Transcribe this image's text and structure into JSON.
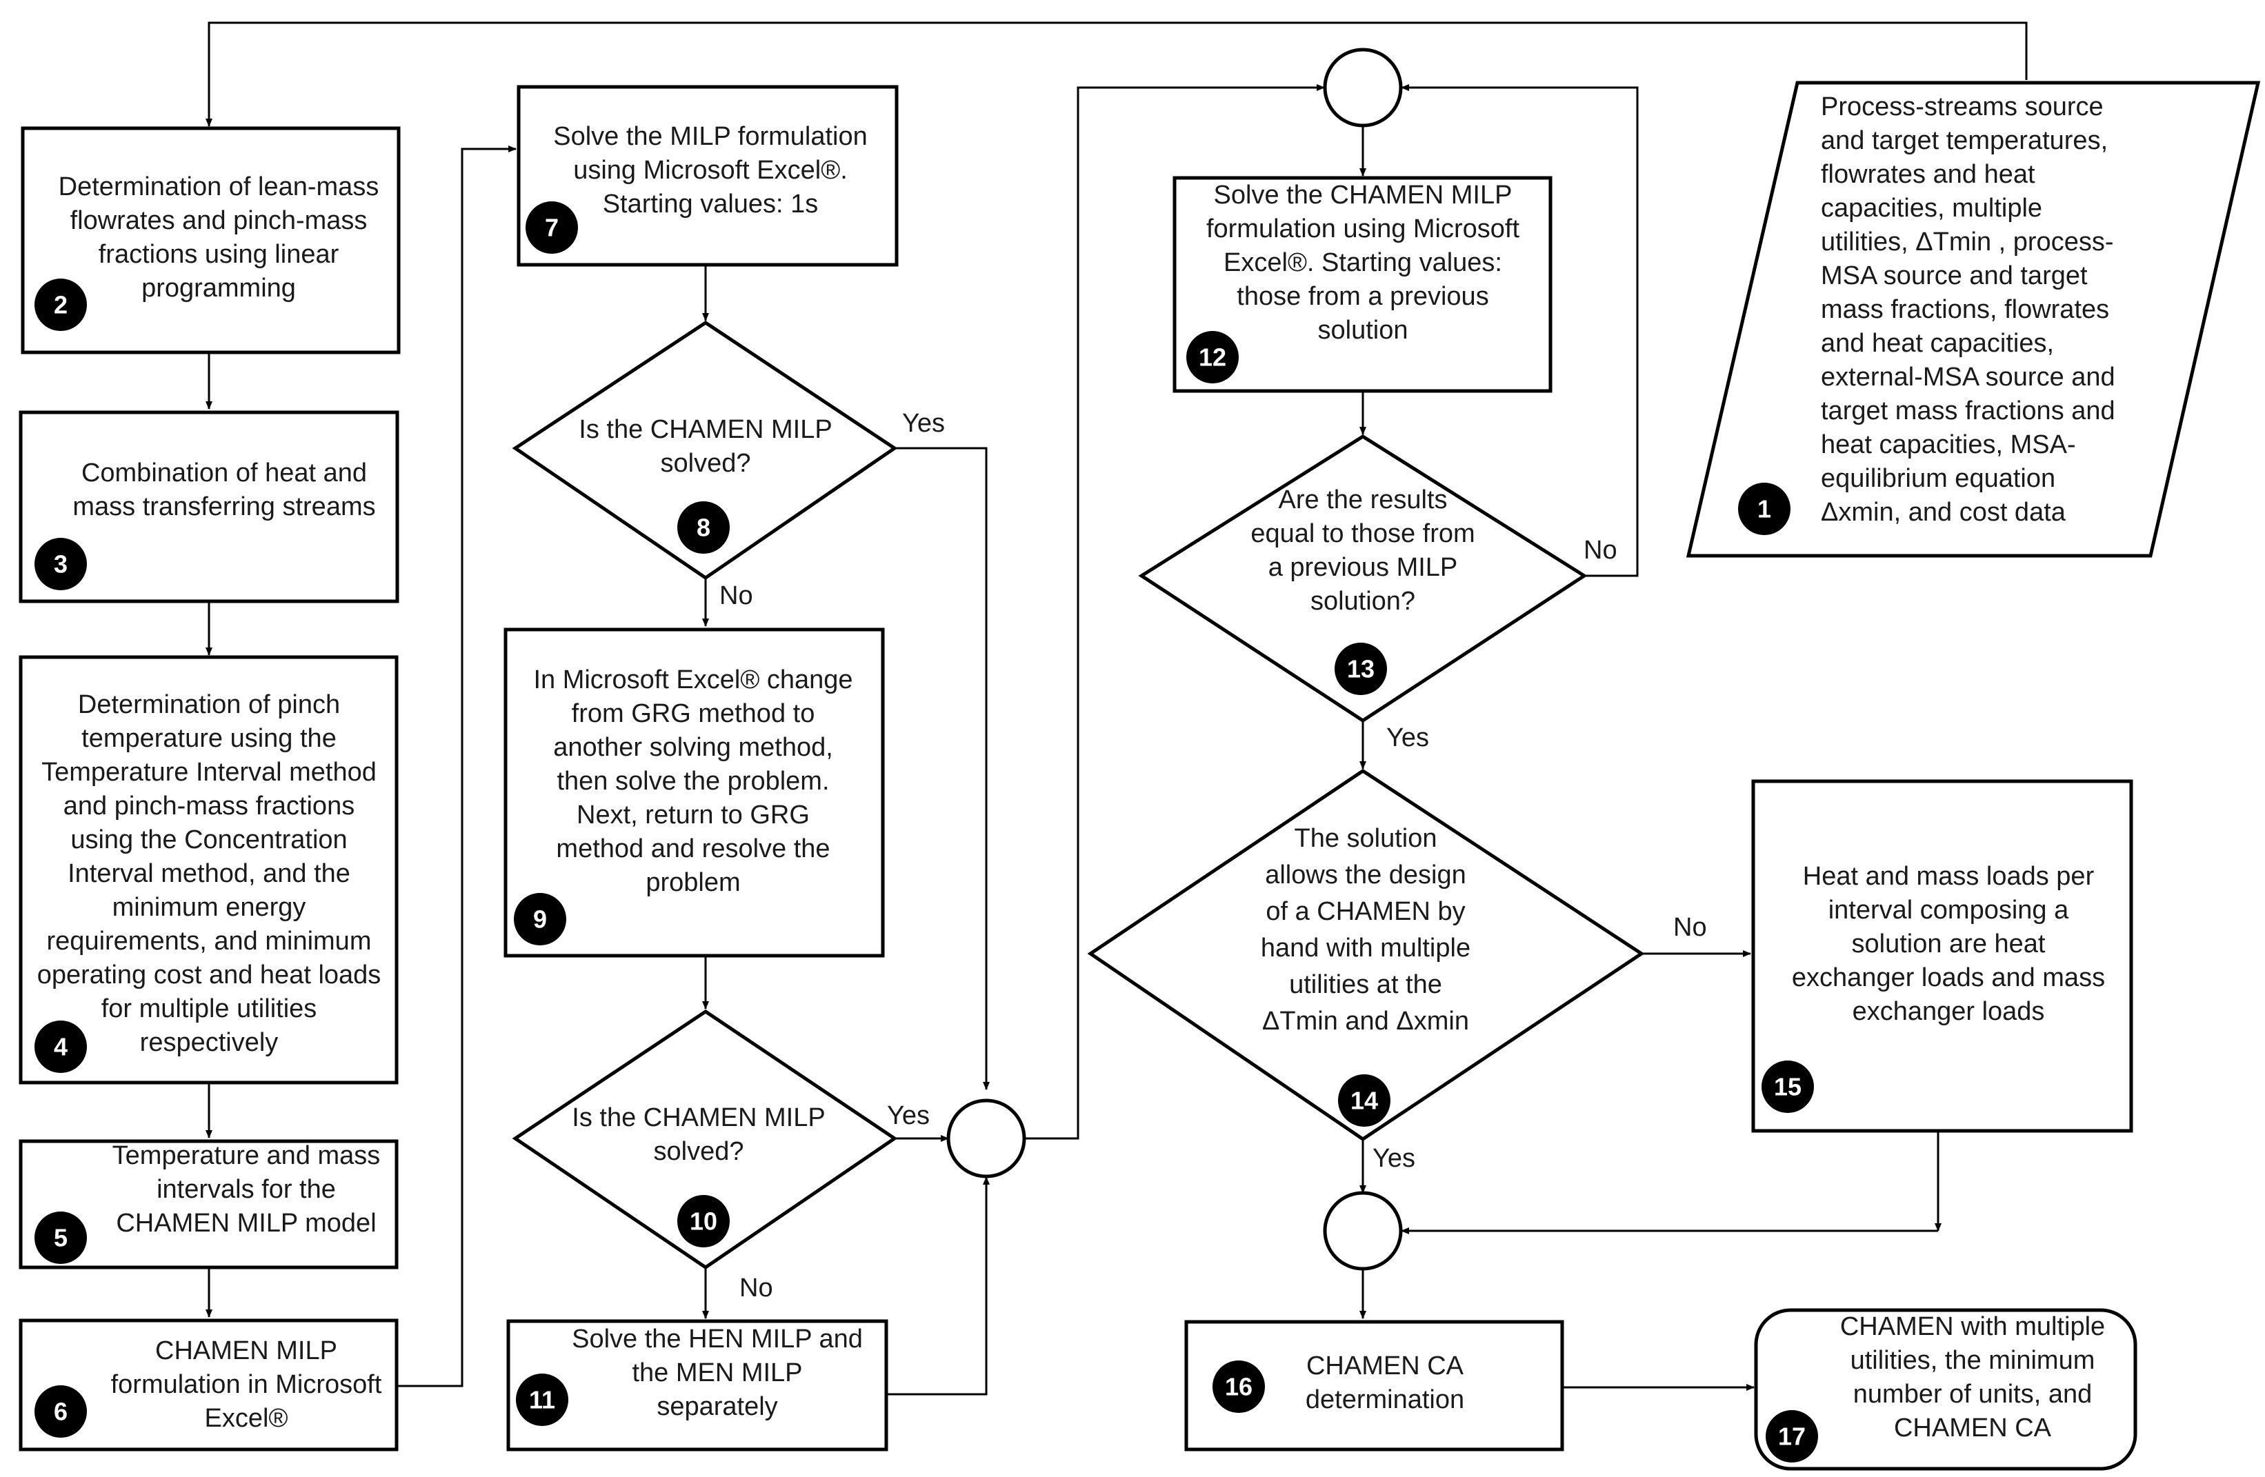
{
  "nodes": {
    "n1": {
      "number": "1",
      "lines": [
        "Process-streams source",
        "and target temperatures,",
        "flowrates and heat",
        "capacities, multiple",
        "utilities, ΔTmin , process-",
        "MSA source and target",
        "mass fractions, flowrates",
        "and heat capacities,",
        "external-MSA source and",
        "target mass fractions and",
        "heat capacities, MSA-",
        "equilibrium equation",
        "Δxmin, and cost data"
      ]
    },
    "n2": {
      "number": "2",
      "lines": [
        "Determination of lean-mass",
        "flowrates and pinch-mass",
        "fractions using linear",
        "programming"
      ]
    },
    "n3": {
      "number": "3",
      "lines": [
        "Combination of heat and",
        "mass transferring streams"
      ]
    },
    "n4": {
      "number": "4",
      "lines": [
        "Determination of pinch",
        "temperature using the",
        "Temperature Interval method",
        "and pinch-mass fractions",
        "using the Concentration",
        "Interval method, and the",
        "minimum energy",
        "requirements, and minimum",
        "operating cost and heat loads",
        "for multiple utilities",
        "respectively"
      ]
    },
    "n5": {
      "number": "5",
      "lines": [
        "Temperature and mass",
        "intervals for the",
        "CHAMEN MILP model"
      ]
    },
    "n6": {
      "number": "6",
      "lines": [
        "CHAMEN MILP",
        "formulation in Microsoft",
        "Excel®"
      ]
    },
    "n7": {
      "number": "7",
      "lines": [
        "Solve the MILP formulation",
        "using Microsoft Excel®.",
        "Starting values: 1s"
      ]
    },
    "n8": {
      "number": "8",
      "lines": [
        "Is the CHAMEN MILP",
        "solved?"
      ]
    },
    "n9": {
      "number": "9",
      "lines": [
        "In Microsoft Excel® change",
        "from GRG method to",
        "another solving method,",
        "then solve the problem.",
        "Next, return to GRG",
        "method and resolve the",
        "problem"
      ]
    },
    "n10": {
      "number": "10",
      "lines": [
        "Is the CHAMEN MILP",
        "solved?"
      ]
    },
    "n11": {
      "number": "11",
      "lines": [
        "Solve the HEN MILP and",
        "the MEN MILP",
        "separately"
      ]
    },
    "n12": {
      "number": "12",
      "lines": [
        "Solve the CHAMEN MILP",
        "formulation using Microsoft",
        "Excel®. Starting values:",
        "those from a previous",
        "solution"
      ]
    },
    "n13": {
      "number": "13",
      "lines": [
        "Are the results",
        "equal to those from",
        "a previous MILP",
        "solution?"
      ]
    },
    "n14": {
      "number": "14",
      "lines": [
        "The solution",
        "allows the design",
        "of a CHAMEN by",
        "hand with multiple",
        "utilities at the",
        "ΔTmin and Δxmin"
      ]
    },
    "n15": {
      "number": "15",
      "lines": [
        "Heat and mass loads per",
        "interval composing a",
        "solution are heat",
        "exchanger loads and mass",
        "exchanger loads"
      ]
    },
    "n16": {
      "number": "16",
      "lines": [
        "CHAMEN CA",
        "determination"
      ]
    },
    "n17": {
      "number": "17",
      "lines": [
        "CHAMEN with multiple",
        "utilities, the minimum",
        "number of units, and",
        "CHAMEN CA"
      ]
    }
  },
  "edge_labels": {
    "d8_yes": "Yes",
    "d8_no": "No",
    "d10_yes": "Yes",
    "d10_no": "No",
    "d13_no": "No",
    "d13_yes": "Yes",
    "d14_no": "No",
    "d14_yes": "Yes"
  }
}
